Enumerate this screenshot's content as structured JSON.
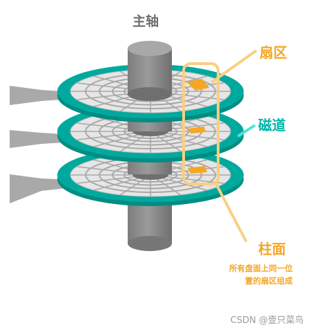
{
  "labels": {
    "spindle": "主轴",
    "sector": "扇区",
    "track": "磁道",
    "cylinder": "柱面",
    "cylinder_note_line1": "所有盘面上同一位",
    "cylinder_note_line2": "置的扇区组成"
  },
  "watermark": "CSDN @壹只菜鸟",
  "colors": {
    "platter_rim": "#00a99d",
    "platter_surface": "#e6e6e6",
    "track_lines": "#a8a8a8",
    "spindle": "#8a8a8a",
    "arm": "#a9a9a9",
    "sector_highlight": "#f5a623",
    "cylinder_outline": "#f9cf82",
    "track_pointer": "#4fe3d8"
  },
  "platter_count": 3
}
